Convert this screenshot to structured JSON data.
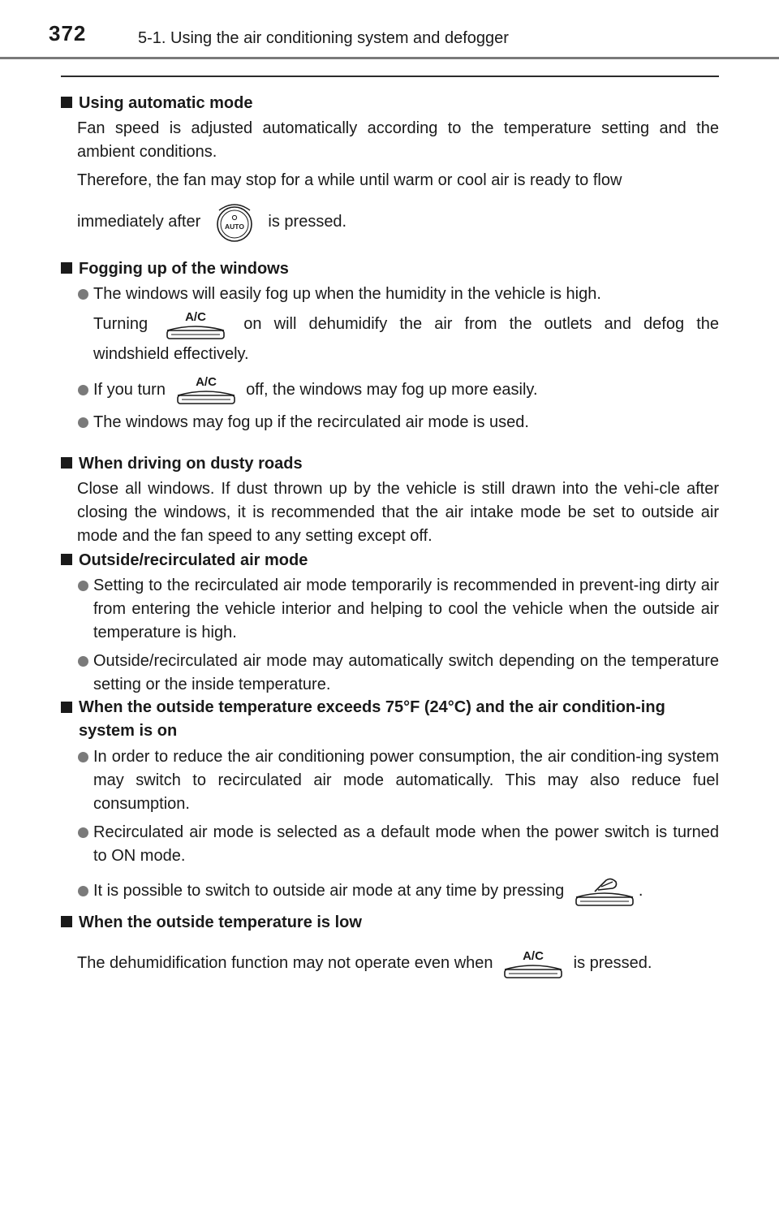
{
  "header": {
    "page_number": "372",
    "chapter_title": "5-1. Using the air conditioning system and defogger"
  },
  "icons": {
    "auto_button_label": "AUTO",
    "ac_button_label": "A/C"
  },
  "sections": {
    "auto_mode": {
      "heading": "Using automatic mode",
      "p1": "Fan speed is adjusted automatically according to the temperature setting and the ambient conditions.",
      "p2": "Therefore, the fan may stop for a while until warm or cool air is ready to flow",
      "p3_before": "immediately after",
      "p3_after": "is pressed."
    },
    "fogging": {
      "heading": "Fogging up of the windows",
      "b1_line1": "The windows will easily fog up when the humidity in the vehicle is high.",
      "b1_before": "Turning",
      "b1_after": "on will dehumidify the air from the outlets and defog the",
      "b1_line3": "windshield effectively.",
      "b2_before": "If you turn",
      "b2_after": "off, the windows may fog up more easily.",
      "b3": "The windows may fog up if the recirculated air mode is used."
    },
    "dusty": {
      "heading": "When driving on dusty roads",
      "p1": "Close all windows. If dust thrown up by the vehicle is still drawn into the vehi-cle after closing the windows, it is recommended that the air intake mode be set to outside air mode and the fan speed to any setting except off."
    },
    "outside_recirc": {
      "heading": "Outside/recirculated air mode",
      "b1": "Setting to the recirculated air mode temporarily is recommended in prevent-ing dirty air from entering the vehicle interior and helping to cool the vehicle when the outside air temperature is high.",
      "b2": "Outside/recirculated air mode may automatically switch depending on the temperature setting or the inside temperature."
    },
    "exceeds": {
      "heading": "When the outside temperature exceeds 75°F (24°C) and the air condition-ing system is on",
      "b1": "In order to reduce the air conditioning power consumption, the air condition-ing system may switch to recirculated air mode automatically. This may also reduce fuel consumption.",
      "b2": "Recirculated air mode is selected as a default mode when the power switch is turned to ON mode.",
      "b3_before": "It is possible to switch to outside air mode at any time by pressing",
      "b3_after": "."
    },
    "low_temp": {
      "heading": "When the outside temperature is low",
      "p1_before": "The dehumidification function may not operate even when",
      "p1_after": "is pressed."
    }
  }
}
